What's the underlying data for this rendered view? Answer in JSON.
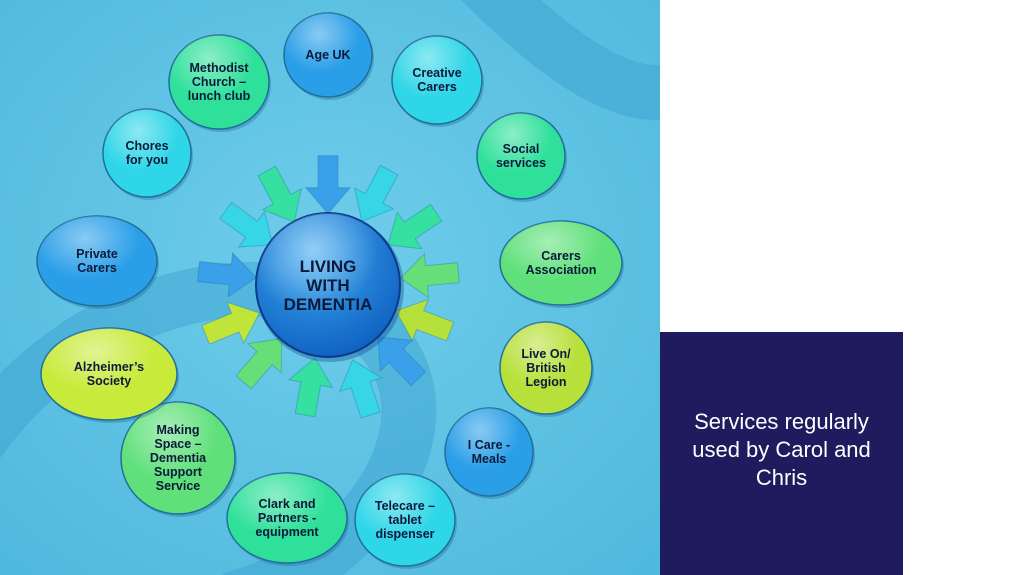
{
  "diagram": {
    "center": {
      "label": "LIVING WITH DEMENTIA",
      "lines": [
        "LIVING",
        "WITH",
        "DEMENTIA"
      ]
    },
    "nodes": [
      {
        "id": "age-uk",
        "lines": [
          "Age UK"
        ],
        "color": "#2a9fe8"
      },
      {
        "id": "creative-carers",
        "lines": [
          "Creative",
          "Carers"
        ],
        "color": "#2fd6e8"
      },
      {
        "id": "social-services",
        "lines": [
          "Social",
          "services"
        ],
        "color": "#2ee09a"
      },
      {
        "id": "carers-association",
        "lines": [
          "Carers",
          "Association"
        ],
        "color": "#5fe07a"
      },
      {
        "id": "live-on-british-legion",
        "lines": [
          "Live On/",
          "British",
          "Legion"
        ],
        "color": "#b8e03a"
      },
      {
        "id": "i-care-meals",
        "lines": [
          "I Care -",
          "Meals"
        ],
        "color": "#2a9fe8"
      },
      {
        "id": "telecare",
        "lines": [
          "Telecare –",
          "tablet",
          "dispenser"
        ],
        "color": "#2fd6e8"
      },
      {
        "id": "clark-and-partners",
        "lines": [
          "Clark and",
          "Partners -",
          "equipment"
        ],
        "color": "#2ee09a"
      },
      {
        "id": "making-space",
        "lines": [
          "Making",
          "Space –",
          "Dementia",
          "Support",
          "Service"
        ],
        "color": "#5fe07a"
      },
      {
        "id": "alzheimers-society",
        "lines": [
          "Alzheimer’s",
          "Society"
        ],
        "color": "#c8ea3a"
      },
      {
        "id": "private-carers",
        "lines": [
          "Private",
          "Carers"
        ],
        "color": "#2a9fe8"
      },
      {
        "id": "chores-for-you",
        "lines": [
          "Chores",
          "for you"
        ],
        "color": "#2fd6e8"
      },
      {
        "id": "methodist-church",
        "lines": [
          "Methodist",
          "Church –",
          "lunch club"
        ],
        "color": "#2ee09a"
      }
    ]
  },
  "caption": {
    "lines": [
      "Services regularly",
      "used by Carol and",
      "Chris"
    ]
  },
  "colors": {
    "background": "#5cc3e4",
    "caption_box": "#1e1b5e",
    "caption_text": "#ffffff"
  }
}
